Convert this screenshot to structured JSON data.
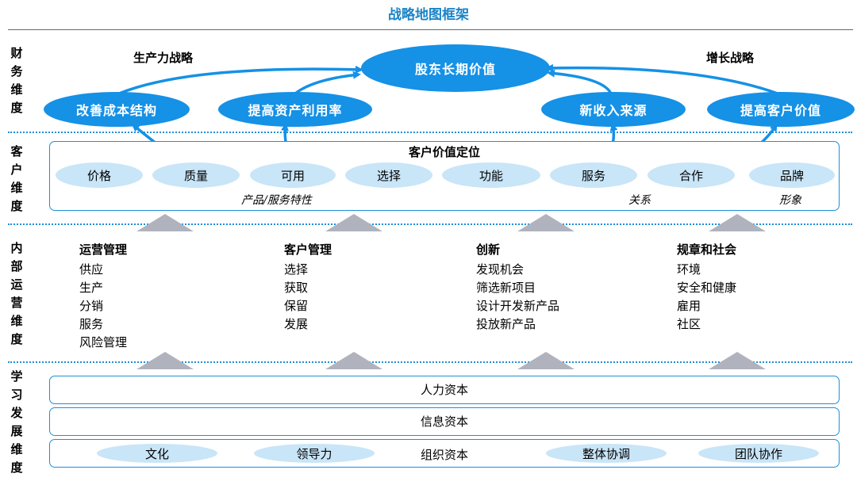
{
  "title": "战略地图框架",
  "dimensions": {
    "financial": "财务维度",
    "customer": "客户维度",
    "internal": "内部运营维度",
    "learning": "学习发展维度"
  },
  "financial": {
    "productivity_strategy": "生产力战略",
    "growth_strategy": "增长战略",
    "shareholder_value": "股东长期价值",
    "improve_cost": "改善成本结构",
    "improve_asset": "提高资产利用率",
    "new_revenue": "新收入来源",
    "improve_customer_value": "提高客户价值"
  },
  "customer": {
    "title": "客户价值定位",
    "pills": [
      "价格",
      "质量",
      "可用",
      "选择",
      "功能",
      "服务",
      "合作",
      "品牌"
    ],
    "product_service_note": "产品/服务特性",
    "relation_note": "关系",
    "image_note": "形象"
  },
  "internal": {
    "columns": [
      {
        "head": "运营管理",
        "items": [
          "供应",
          "生产",
          "分销",
          "服务",
          "风险管理"
        ]
      },
      {
        "head": "客户管理",
        "items": [
          "选择",
          "获取",
          "保留",
          "发展"
        ]
      },
      {
        "head": "创新",
        "items": [
          "发现机会",
          "筛选新项目",
          "设计开发新产品",
          "投放新产品"
        ]
      },
      {
        "head": "规章和社会",
        "items": [
          "环境",
          "安全和健康",
          "雇用",
          "社区"
        ]
      }
    ]
  },
  "learning": {
    "human_capital": "人力资本",
    "info_capital": "信息资本",
    "org_capital": "组织资本",
    "culture": "文化",
    "leadership": "领导力",
    "alignment": "整体协调",
    "teamwork": "团队协作"
  }
}
